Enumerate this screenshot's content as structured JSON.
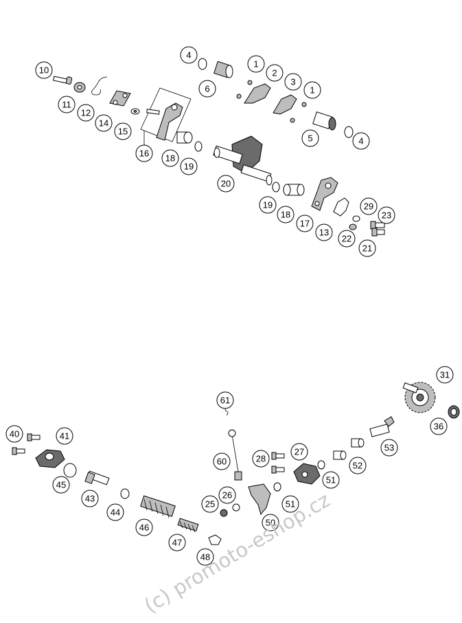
{
  "callouts": [
    "1",
    "2",
    "3",
    "1",
    "4",
    "5",
    "4",
    "6",
    "10",
    "11",
    "12",
    "14",
    "15",
    "16",
    "18",
    "19",
    "20",
    "19",
    "18",
    "17",
    "13",
    "22",
    "21",
    "23",
    "29",
    "31",
    "36",
    "53",
    "52",
    "51",
    "27",
    "28",
    "51",
    "50",
    "26",
    "25",
    "48",
    "47",
    "46",
    "44",
    "43",
    "45",
    "41",
    "40",
    "60",
    "61"
  ],
  "watermark": "(c) promoto-eshop.cz"
}
